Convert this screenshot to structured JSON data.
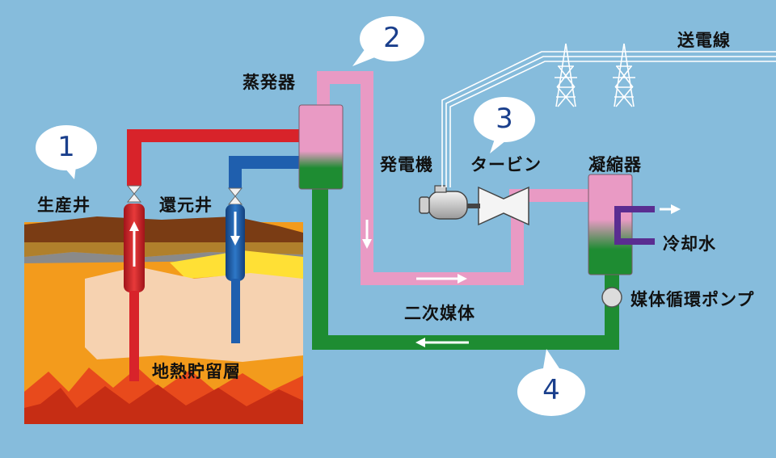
{
  "labels": {
    "production_well": "生産井",
    "reinjection_well": "還元井",
    "reservoir": "地熱貯留層",
    "evaporator": "蒸発器",
    "generator": "発電機",
    "turbine": "タービン",
    "condenser": "凝縮器",
    "cooling_water": "冷却水",
    "pump": "媒体循環ポンプ",
    "secondary_medium": "二次媒体",
    "power_line": "送電線"
  },
  "bubbles": [
    "1",
    "2",
    "3",
    "4"
  ],
  "colors": {
    "background": "#86bcdc",
    "hot_fluid": "#d8232a",
    "return_fluid": "#1f5fae",
    "vapor": "#e99ac4",
    "liquid": "#1e8c32",
    "cooling": "#5a2d91"
  }
}
